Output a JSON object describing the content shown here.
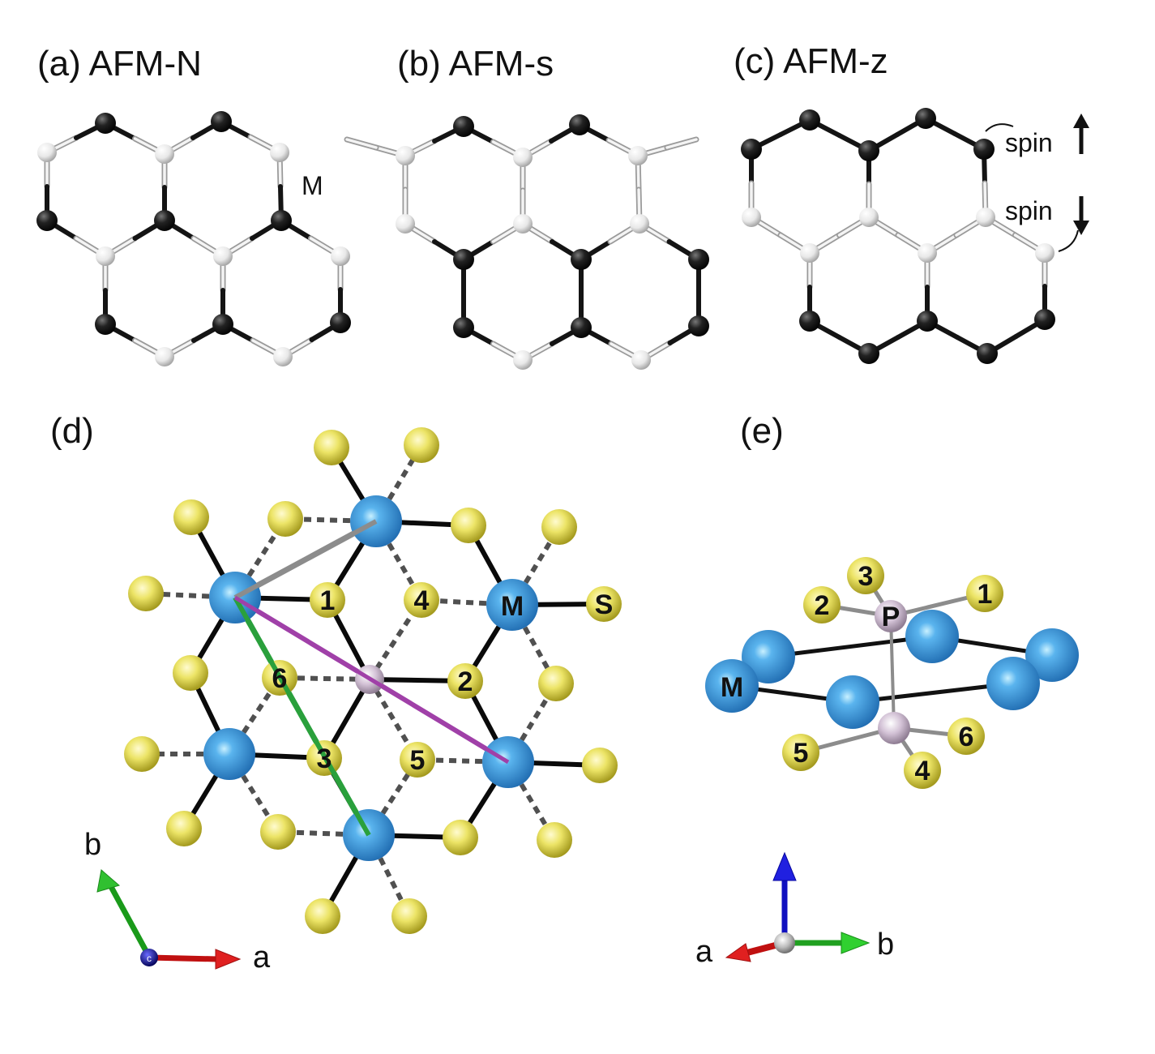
{
  "panels": {
    "a": {
      "label": "(a) AFM-N",
      "site_label": "M"
    },
    "b": {
      "label": "(b) AFM-s"
    },
    "c": {
      "label": "(c) AFM-z",
      "spin_up": "spin",
      "spin_down": "spin"
    },
    "d": {
      "label": "(d)",
      "metal_label": "M",
      "sulfur_label": "S",
      "numbers": [
        "1",
        "2",
        "3",
        "4",
        "5",
        "6"
      ],
      "axis_b": "b",
      "axis_a": "a",
      "axis_c": "c"
    },
    "e": {
      "label": "(e)",
      "phosphorus_label": "P",
      "metal_label": "M",
      "numbers": [
        "1",
        "2",
        "3",
        "4",
        "5",
        "6"
      ],
      "axis_a": "a",
      "axis_b": "b"
    }
  },
  "colors": {
    "spin_up_atom": "#1a1a1a",
    "spin_down_atom": "#e6e6e6",
    "metal": "#3d8fd6",
    "sulfur": "#e8e050",
    "phosphorus": "#cbb7cf",
    "bond_gray": "#8c8c8c",
    "bond_purple": "#a040a8",
    "bond_green": "#2aa03c",
    "axis_red": "#e02020",
    "axis_green": "#30c030",
    "axis_blue": "#1010d0"
  }
}
